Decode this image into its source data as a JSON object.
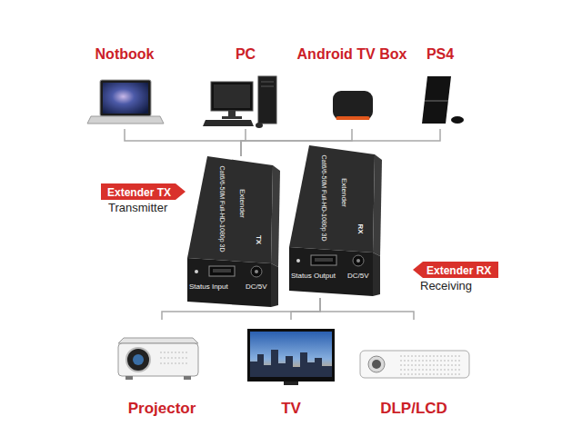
{
  "diagram": {
    "nodes": [
      {
        "text": [
          "Notbook"
        ]
      },
      {
        "text": [
          "PC"
        ]
      },
      {
        "text": [
          "Android TV Box"
        ]
      },
      {
        "text": [
          "PS4"
        ]
      },
      {
        "text": [
          "Extender TX",
          "Transmitter"
        ]
      },
      {
        "text": [
          "Cat6/6-50M Full-HD-1080p 3D",
          "Extender",
          "TX",
          "Status Input",
          "DC/5V"
        ]
      },
      {
        "text": [
          "Cat6/6-50M Full-HD-1080p 3D",
          "Extender",
          "RX",
          "Status Output",
          "DC/5V"
        ]
      },
      {
        "text": [
          "Extender RX",
          "Receiving"
        ]
      },
      {
        "text": [
          "Projector"
        ]
      },
      {
        "text": [
          "TV"
        ]
      },
      {
        "text": [
          "DLP/LCD"
        ]
      }
    ],
    "edges": [
      {
        "from": 0,
        "to": 5,
        "arrow": "none"
      },
      {
        "from": 1,
        "to": 5,
        "arrow": "none"
      },
      {
        "from": 2,
        "to": 5,
        "arrow": "none"
      },
      {
        "from": 3,
        "to": 5,
        "arrow": "none"
      },
      {
        "from": 6,
        "to": 8,
        "arrow": "none"
      },
      {
        "from": 6,
        "to": 9,
        "arrow": "none"
      },
      {
        "from": 6,
        "to": 10,
        "arrow": "none"
      }
    ]
  }
}
